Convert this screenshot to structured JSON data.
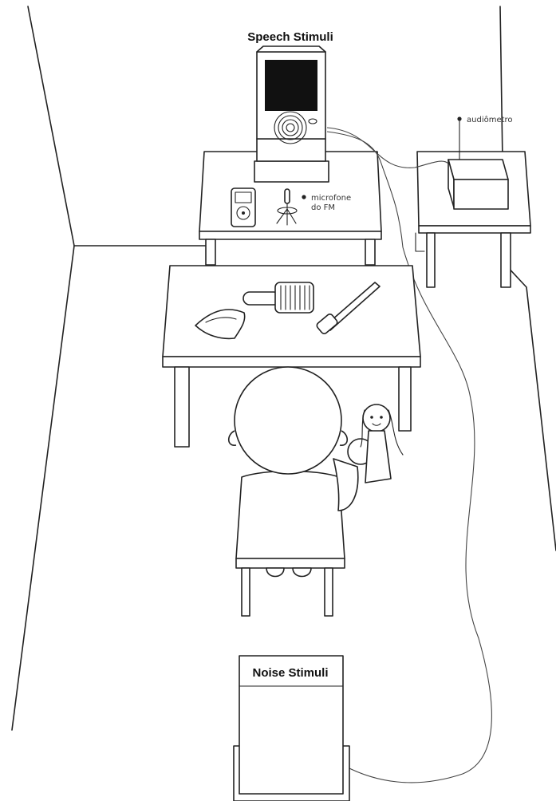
{
  "labels": {
    "speech_stimuli": "Speech Stimuli",
    "noise_stimuli": "Noise Stimuli",
    "audiometro": "audiômetro",
    "microfone_line1": "microfone",
    "microfone_line2": "do FM"
  },
  "colors": {
    "line": "#222222",
    "speaker_panel": "#111111",
    "background": "#ffffff"
  },
  "icons": [
    "loudspeaker-icon",
    "fm-receiver-icon",
    "microphone-icon",
    "brush-icon",
    "toothbrush-icon",
    "cloth-icon",
    "doll-icon",
    "audiometer-icon"
  ]
}
